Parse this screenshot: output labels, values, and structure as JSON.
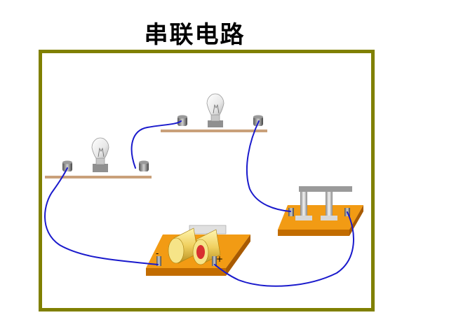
{
  "title": "串联电路",
  "components": {
    "bulbs": [
      "bulb-left",
      "bulb-right"
    ],
    "battery_label_minus": "-",
    "battery_label_plus": "+"
  },
  "colors": {
    "frame": "#808000",
    "wire": "#1a1acc",
    "shelf": "#c9a07a",
    "board": "#f29b14",
    "board_edge": "#c26c00"
  }
}
